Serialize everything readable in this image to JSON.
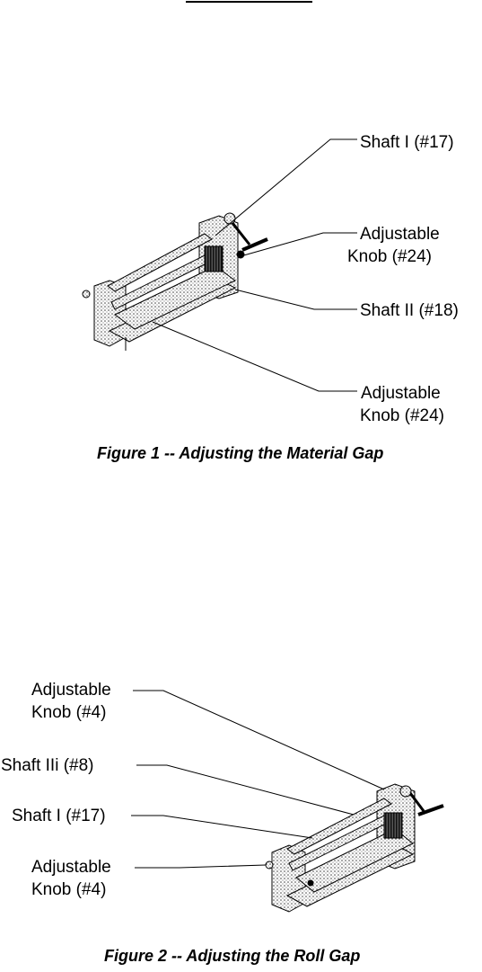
{
  "figure1": {
    "caption": "Figure 1  --  Adjusting the Material Gap",
    "labels": {
      "shaft_i": "Shaft I (#17)",
      "adj_knob_top_line1": "Adjustable",
      "adj_knob_top_line2": "Knob (#24)",
      "shaft_ii": "Shaft II (#18)",
      "adj_knob_bottom_line1": "Adjustable",
      "adj_knob_bottom_line2": "Knob (#24)"
    }
  },
  "figure2": {
    "caption": "Figure 2  --  Adjusting the Roll Gap",
    "labels": {
      "adj_knob_top_line1": "Adjustable",
      "adj_knob_top_line2": "Knob (#4)",
      "shaft_iii": "Shaft IIi (#8)",
      "shaft_i": "Shaft I (#17)",
      "adj_knob_bottom_line1": "Adjustable",
      "adj_knob_bottom_line2": "Knob (#4)"
    }
  }
}
